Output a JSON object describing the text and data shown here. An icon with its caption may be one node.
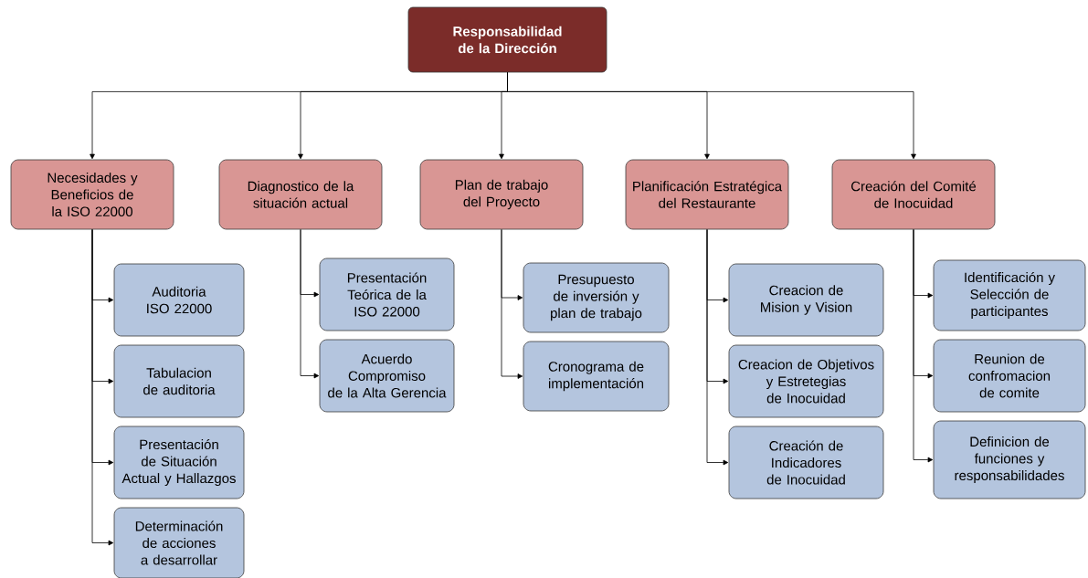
{
  "diagram": {
    "nodes": [
      {
        "text": [
          "Responsabilidad de la Dirección"
        ]
      },
      {
        "text": [
          "Necesidades y Beneficios de la ISO 22000"
        ]
      },
      {
        "text": [
          "Diagnostico de la situación actual"
        ]
      },
      {
        "text": [
          "Plan de trabajo del Proyecto"
        ]
      },
      {
        "text": [
          "Planificación Estratégica del Restaurante"
        ]
      },
      {
        "text": [
          "Creación del Comité de Inocuidad"
        ]
      },
      {
        "text": [
          "Auditoria ISO 22000"
        ]
      },
      {
        "text": [
          "Tabulacion de auditoria"
        ]
      },
      {
        "text": [
          "Presentación de Situación Actual y Hallazgos"
        ]
      },
      {
        "text": [
          "Determinación de acciones a desarrollar"
        ]
      },
      {
        "text": [
          "Presentación Teórica de la ISO 22000"
        ]
      },
      {
        "text": [
          "Acuerdo Compromiso de la Alta Gerencia"
        ]
      },
      {
        "text": [
          "Presupuesto de inversión y plan de trabajo"
        ]
      },
      {
        "text": [
          "Cronograma de implementación"
        ]
      },
      {
        "text": [
          "Creacion de Mision y Vision"
        ]
      },
      {
        "text": [
          "Creacion de Objetivos y Estretegias de Inocuidad"
        ]
      },
      {
        "text": [
          "Creación de Indicadores de Inocuidad"
        ]
      },
      {
        "text": [
          "Identificación y Selección de participantes"
        ]
      },
      {
        "text": [
          "Reunion de confromacion de comite"
        ]
      },
      {
        "text": [
          "Definicion de funciones y responsabilidades"
        ]
      }
    ],
    "edges": [
      {
        "from": 0,
        "to": 1,
        "arrow": "to"
      },
      {
        "from": 0,
        "to": 2,
        "arrow": "to"
      },
      {
        "from": 0,
        "to": 3,
        "arrow": "to"
      },
      {
        "from": 0,
        "to": 4,
        "arrow": "to"
      },
      {
        "from": 0,
        "to": 5,
        "arrow": "to"
      },
      {
        "from": 1,
        "to": 6,
        "arrow": "to"
      },
      {
        "from": 1,
        "to": 7,
        "arrow": "to"
      },
      {
        "from": 1,
        "to": 8,
        "arrow": "to"
      },
      {
        "from": 1,
        "to": 9,
        "arrow": "to"
      },
      {
        "from": 2,
        "to": 10,
        "arrow": "to"
      },
      {
        "from": 2,
        "to": 11,
        "arrow": "to"
      },
      {
        "from": 3,
        "to": 12,
        "arrow": "to"
      },
      {
        "from": 3,
        "to": 13,
        "arrow": "to"
      },
      {
        "from": 4,
        "to": 14,
        "arrow": "to"
      },
      {
        "from": 4,
        "to": 15,
        "arrow": "to"
      },
      {
        "from": 4,
        "to": 16,
        "arrow": "to"
      },
      {
        "from": 5,
        "to": 17,
        "arrow": "to"
      },
      {
        "from": 5,
        "to": 18,
        "arrow": "to"
      },
      {
        "from": 5,
        "to": 19,
        "arrow": "to"
      }
    ]
  }
}
